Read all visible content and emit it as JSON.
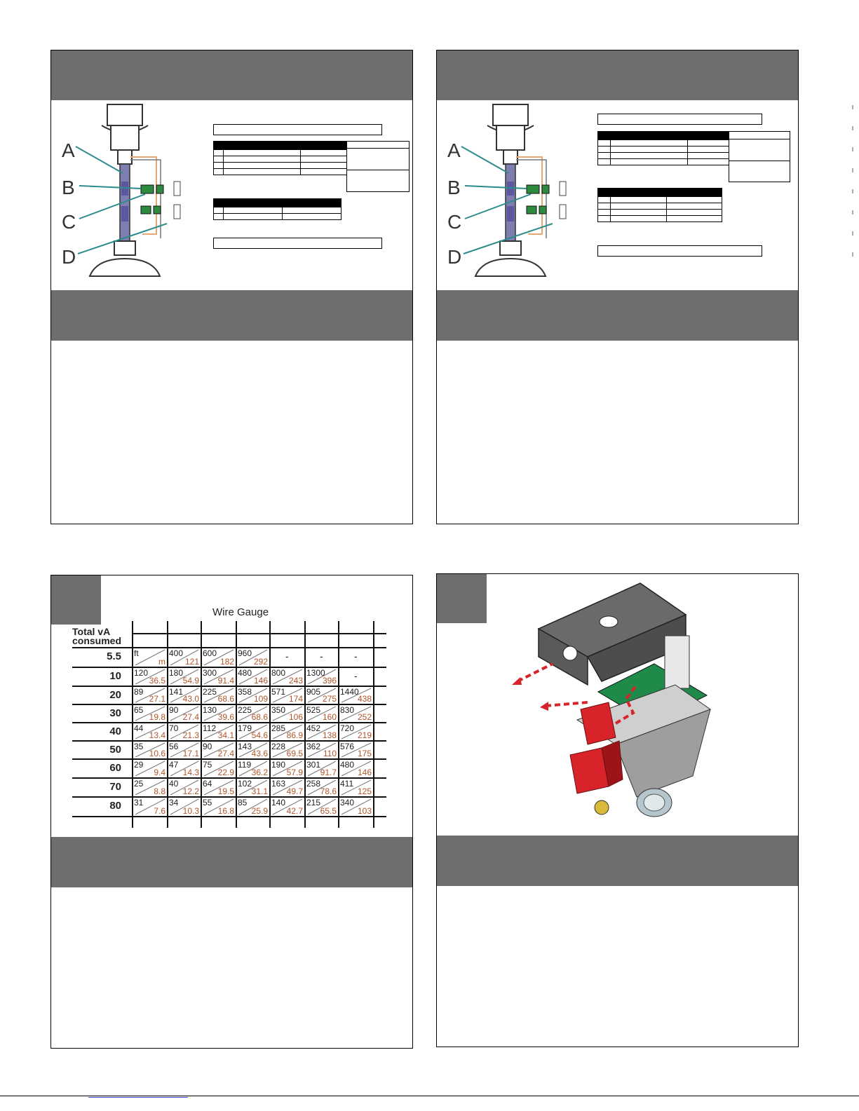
{
  "panel1": {
    "labels": [
      "A",
      "B",
      "C",
      "D"
    ]
  },
  "panel2": {
    "labels": [
      "A",
      "B",
      "C",
      "D"
    ]
  },
  "panel3": {
    "title": "Wire Gauge",
    "row_header": "Total vA consumed",
    "units": {
      "ft": "ft",
      "m": "m"
    },
    "dash": "-",
    "rows": [
      {
        "label": "5.5",
        "cells": [
          {
            "ft": "ft",
            "m": "m"
          },
          {
            "ft": "400",
            "m": "121"
          },
          {
            "ft": "600",
            "m": "182"
          },
          {
            "ft": "960",
            "m": "292"
          },
          null,
          null,
          null
        ]
      },
      {
        "label": "10",
        "cells": [
          {
            "ft": "120",
            "m": "36.5"
          },
          {
            "ft": "180",
            "m": "54.9"
          },
          {
            "ft": "300",
            "m": "91.4"
          },
          {
            "ft": "480",
            "m": "146"
          },
          {
            "ft": "800",
            "m": "243"
          },
          {
            "ft": "1300",
            "m": "396"
          },
          null
        ]
      },
      {
        "label": "20",
        "cells": [
          {
            "ft": "89",
            "m": "27.1"
          },
          {
            "ft": "141",
            "m": "43.0"
          },
          {
            "ft": "225",
            "m": "68.6"
          },
          {
            "ft": "358",
            "m": "109"
          },
          {
            "ft": "571",
            "m": "174"
          },
          {
            "ft": "905",
            "m": "275"
          },
          {
            "ft": "1440",
            "m": "438"
          }
        ]
      },
      {
        "label": "30",
        "cells": [
          {
            "ft": "65",
            "m": "19.8"
          },
          {
            "ft": "90",
            "m": "27.4"
          },
          {
            "ft": "130",
            "m": "39.6"
          },
          {
            "ft": "225",
            "m": "68.6"
          },
          {
            "ft": "350",
            "m": "106"
          },
          {
            "ft": "525",
            "m": "160"
          },
          {
            "ft": "830",
            "m": "252"
          }
        ]
      },
      {
        "label": "40",
        "cells": [
          {
            "ft": "44",
            "m": "13.4"
          },
          {
            "ft": "70",
            "m": "21.3"
          },
          {
            "ft": "112",
            "m": "34.1"
          },
          {
            "ft": "179",
            "m": "54.6"
          },
          {
            "ft": "285",
            "m": "86.9"
          },
          {
            "ft": "452",
            "m": "138"
          },
          {
            "ft": "720",
            "m": "219"
          }
        ]
      },
      {
        "label": "50",
        "cells": [
          {
            "ft": "35",
            "m": "10.6"
          },
          {
            "ft": "56",
            "m": "17.1"
          },
          {
            "ft": "90",
            "m": "27.4"
          },
          {
            "ft": "143",
            "m": "43.6"
          },
          {
            "ft": "228",
            "m": "69.5"
          },
          {
            "ft": "362",
            "m": "110"
          },
          {
            "ft": "576",
            "m": "175"
          }
        ]
      },
      {
        "label": "60",
        "cells": [
          {
            "ft": "29",
            "m": "9.4"
          },
          {
            "ft": "47",
            "m": "14.3"
          },
          {
            "ft": "75",
            "m": "22.9"
          },
          {
            "ft": "119",
            "m": "36.2"
          },
          {
            "ft": "190",
            "m": "57.9"
          },
          {
            "ft": "301",
            "m": "91.7"
          },
          {
            "ft": "480",
            "m": "146"
          }
        ]
      },
      {
        "label": "70",
        "cells": [
          {
            "ft": "25",
            "m": "8.8"
          },
          {
            "ft": "40",
            "m": "12.2"
          },
          {
            "ft": "64",
            "m": "19.5"
          },
          {
            "ft": "102",
            "m": "31.1"
          },
          {
            "ft": "163",
            "m": "49.7"
          },
          {
            "ft": "258",
            "m": "78.6"
          },
          {
            "ft": "411",
            "m": "125"
          }
        ]
      },
      {
        "label": "80",
        "cells": [
          {
            "ft": "31",
            "m": "7.6"
          },
          {
            "ft": "34",
            "m": "10.3"
          },
          {
            "ft": "55",
            "m": "16.8"
          },
          {
            "ft": "85",
            "m": "25.9"
          },
          {
            "ft": "140",
            "m": "42.7"
          },
          {
            "ft": "215",
            "m": "65.5"
          },
          {
            "ft": "340",
            "m": "103"
          }
        ]
      }
    ]
  },
  "colors": {
    "band": "#6d6e70",
    "metric": "#b2552a",
    "callout": "#2e8b8b",
    "red": "#d8232a"
  }
}
